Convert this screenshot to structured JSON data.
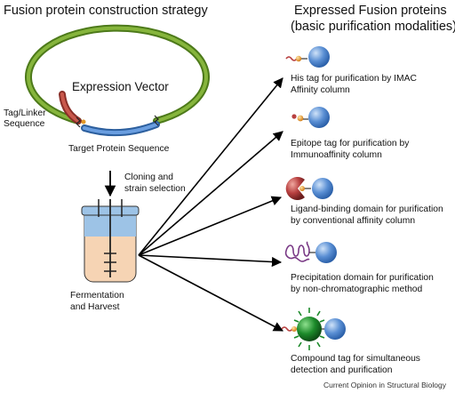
{
  "left_title": "Fusion protein construction strategy",
  "right_title_line1": "Expressed Fusion proteins",
  "right_title_line2": "(basic purification modalities)",
  "vector": {
    "label": "Expression Vector",
    "tag_line1": "Tag/Linker",
    "tag_line2": "Sequence",
    "target_label": "Target Protein Sequence"
  },
  "cloning_line1": "Cloning and",
  "cloning_line2": "strain selection",
  "fermentation_line1": "Fermentation",
  "fermentation_line2": "and Harvest",
  "modalities": [
    {
      "line1": "His tag for purification by IMAC",
      "line2": "Affinity column",
      "icon": "his-tag-icon"
    },
    {
      "line1": "Epitope tag for purification by",
      "line2": "Immunoaffinity column",
      "icon": "epitope-tag-icon"
    },
    {
      "line1": "Ligand-binding domain for purification",
      "line2": "by conventional affinity column",
      "icon": "ligand-binding-domain-icon"
    },
    {
      "line1": "Precipitation domain for purification",
      "line2": "by non-chromatographic method",
      "icon": "precipitation-domain-icon"
    },
    {
      "line1": "Compound tag for simultaneous",
      "line2": "detection and purification",
      "icon": "compound-tag-icon"
    }
  ],
  "credit": "Current Opinion in Structural Biology",
  "colors": {
    "vector_green": "#6a9a2c",
    "tag_red": "#b8463c",
    "target_blue": "#4a7fc4",
    "protein_blue": "#4f86cf",
    "ligand_red": "#b84040",
    "precip_purple": "#7a3a86",
    "compound_green": "#1c8a2a",
    "tag_orange": "#e08a1e",
    "fermenter_fill": "#f6d4b4",
    "fermenter_cap": "#9dc3e6"
  }
}
